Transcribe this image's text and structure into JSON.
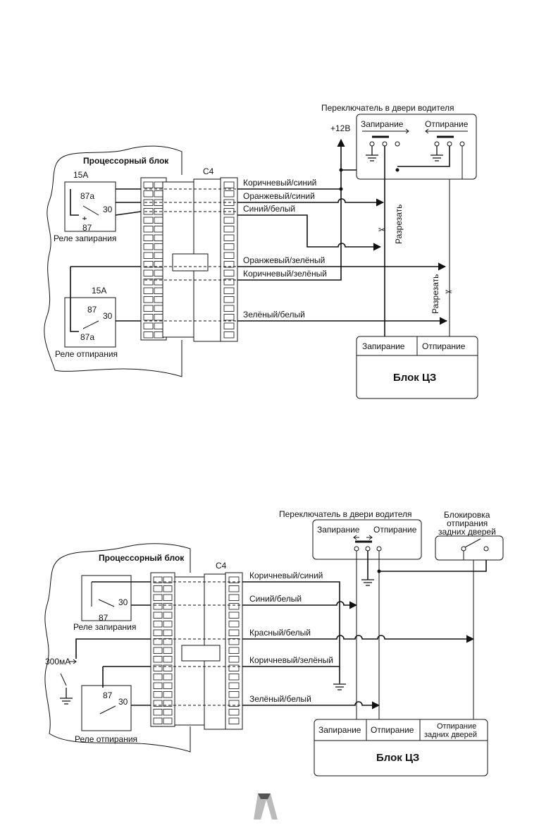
{
  "diagram1": {
    "processor_title": "Процессорный блок",
    "connector": "С4",
    "fuse_15a_top": "15А",
    "fuse_15a_bottom": "15А",
    "relay_lock_label": "Реле запирания",
    "relay_unlock_label": "Реле отпирания",
    "pin_87a_top": "87а",
    "pin_30_top": "30",
    "pin_87_top": "87",
    "pin_87_bottom": "87",
    "pin_30_bottom": "30",
    "pin_87a_bottom": "87а",
    "plus12": "+12В",
    "switch_title": "Переключатель в двери водителя",
    "switch_lock": "Запирание",
    "switch_unlock": "Отпирание",
    "wires": [
      "Коричневый/синий",
      "Оранжевый/синий",
      "Синий/белый",
      "Оранжевый/зелёный",
      "Коричневый/зелёный",
      "Зелёный/белый"
    ],
    "cut1": "Разрезать",
    "cut2": "Разрезать",
    "cz_block": "Блок ЦЗ",
    "cz_lock": "Запирание",
    "cz_unlock": "Отпирание"
  },
  "diagram2": {
    "processor_title": "Процессорный блок",
    "connector": "С4",
    "relay_lock_label": "Реле запирания",
    "relay_unlock_label": "Реле отпирания",
    "pin_30_top": "30",
    "pin_87_top": "87",
    "pin_87_bottom": "87",
    "pin_30_bottom": "30",
    "ma300": "300мА",
    "switch_title": "Переключатель в двери водителя",
    "switch_lock": "Запирание",
    "switch_unlock": "Отпирание",
    "rear_block_title": [
      "Блокировка",
      "отпирания",
      "задних дверей"
    ],
    "wires": [
      "Коричневый/синий",
      "Синий/белый",
      "Красный/белый",
      "Коричневый/зелёный",
      "Зелёный/белый"
    ],
    "cz_block": "Блок ЦЗ",
    "cz_lock": "Запирание",
    "cz_unlock": "Отпирание",
    "cz_rear": [
      "Отпирание",
      "задних дверей"
    ]
  }
}
